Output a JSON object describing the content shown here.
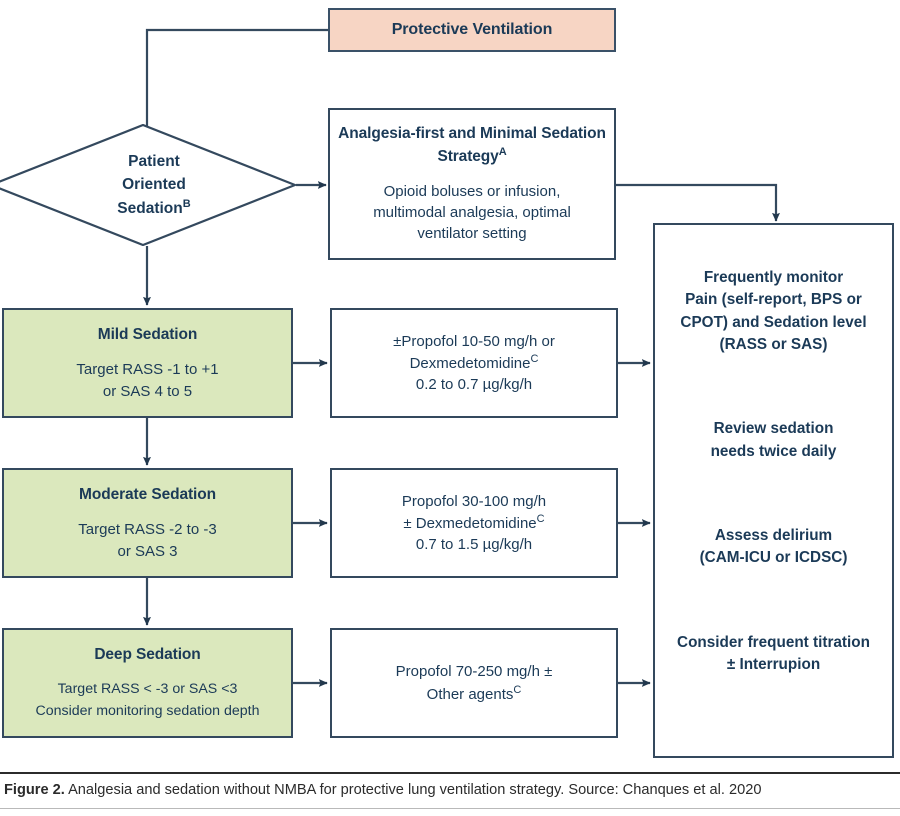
{
  "figure": {
    "caption_label": "Figure 2.",
    "caption_text": " Analgesia and sedation without NMBA for protective lung ventilation strategy. Source: Chanques et al. 2020"
  },
  "colors": {
    "stroke": "#34495e",
    "text": "#1b3a57",
    "protective_fill": "#f7d5c4",
    "sedation_fill": "#dbe8bd",
    "box_fill": "#ffffff",
    "caption_text": "#2b2b2b"
  },
  "nodes": {
    "protective_ventilation": {
      "title": "Protective Ventilation"
    },
    "patient_oriented_sedation": {
      "line1": "Patient",
      "line2": "Oriented",
      "line3": "Sedation",
      "footnote": "B"
    },
    "analgesia_first": {
      "title_line1": "Analgesia-first and",
      "title_line2": "Minimal Sedation Strategy",
      "title_footnote": "A",
      "body_line1": "Opioid boluses or infusion,",
      "body_line2": "multimodal analgesia, optimal",
      "body_line3": "ventilator setting"
    },
    "mild_sedation": {
      "title": "Mild Sedation",
      "body_line1": "Target RASS -1 to +1",
      "body_line2": "or SAS 4 to 5"
    },
    "moderate_sedation": {
      "title": "Moderate Sedation",
      "body_line1": "Target RASS -2 to -3",
      "body_line2": "or SAS 3"
    },
    "deep_sedation": {
      "title": "Deep Sedation",
      "body_line1": "Target RASS < -3 or SAS <3",
      "body_line2": "Consider monitoring sedation depth"
    },
    "drug_mild": {
      "line1": "±Propofol 10-50 mg/h or",
      "line2": "Dexmedetomidine",
      "line2_footnote": "C",
      "line3": "0.2 to 0.7 µg/kg/h"
    },
    "drug_moderate": {
      "line1": "Propofol 30-100 mg/h",
      "line2": "± Dexmedetomidine",
      "line2_footnote": "C",
      "line3": "0.7 to 1.5 µg/kg/h"
    },
    "drug_deep": {
      "line1": "Propofol 70-250 mg/h ±",
      "line2": "Other agents",
      "line2_footnote": "C"
    },
    "monitoring": {
      "block1_line1": "Frequently monitor",
      "block1_line2": "Pain (self-report, BPS or",
      "block1_line3": "CPOT) and Sedation level",
      "block1_line4": "(RASS or SAS)",
      "block2_line1": "Review sedation",
      "block2_line2": "needs twice daily",
      "block3_line1": "Assess delirium",
      "block3_line2": "(CAM-ICU or ICDSC)",
      "block4_line1": "Consider frequent titration",
      "block4_line2": "± Interrupion"
    }
  }
}
